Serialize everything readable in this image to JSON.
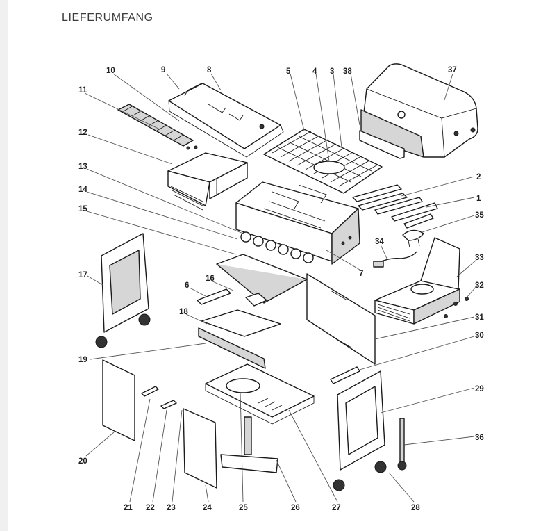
{
  "page": {
    "title": "LIEFERUMFANG"
  },
  "parts": [
    {
      "id": "p1",
      "label": "1"
    },
    {
      "id": "p2",
      "label": "2"
    },
    {
      "id": "p3",
      "label": "3"
    },
    {
      "id": "p4",
      "label": "4"
    },
    {
      "id": "p5",
      "label": "5"
    },
    {
      "id": "p6",
      "label": "6"
    },
    {
      "id": "p7",
      "label": "7"
    },
    {
      "id": "p8",
      "label": "8"
    },
    {
      "id": "p9",
      "label": "9"
    },
    {
      "id": "p10",
      "label": "10"
    },
    {
      "id": "p11",
      "label": "11"
    },
    {
      "id": "p12",
      "label": "12"
    },
    {
      "id": "p13",
      "label": "13"
    },
    {
      "id": "p14",
      "label": "14"
    },
    {
      "id": "p15",
      "label": "15"
    },
    {
      "id": "p16",
      "label": "16"
    },
    {
      "id": "p17",
      "label": "17"
    },
    {
      "id": "p18",
      "label": "18"
    },
    {
      "id": "p19",
      "label": "19"
    },
    {
      "id": "p20",
      "label": "20"
    },
    {
      "id": "p21",
      "label": "21"
    },
    {
      "id": "p22",
      "label": "22"
    },
    {
      "id": "p23",
      "label": "23"
    },
    {
      "id": "p24",
      "label": "24"
    },
    {
      "id": "p25",
      "label": "25"
    },
    {
      "id": "p26",
      "label": "26"
    },
    {
      "id": "p27",
      "label": "27"
    },
    {
      "id": "p28",
      "label": "28"
    },
    {
      "id": "p29",
      "label": "29"
    },
    {
      "id": "p30",
      "label": "30"
    },
    {
      "id": "p31",
      "label": "31"
    },
    {
      "id": "p32",
      "label": "32"
    },
    {
      "id": "p33",
      "label": "33"
    },
    {
      "id": "p34",
      "label": "34"
    },
    {
      "id": "p35",
      "label": "35"
    },
    {
      "id": "p36",
      "label": "36"
    },
    {
      "id": "p37",
      "label": "37"
    },
    {
      "id": "p38",
      "label": "38"
    }
  ]
}
